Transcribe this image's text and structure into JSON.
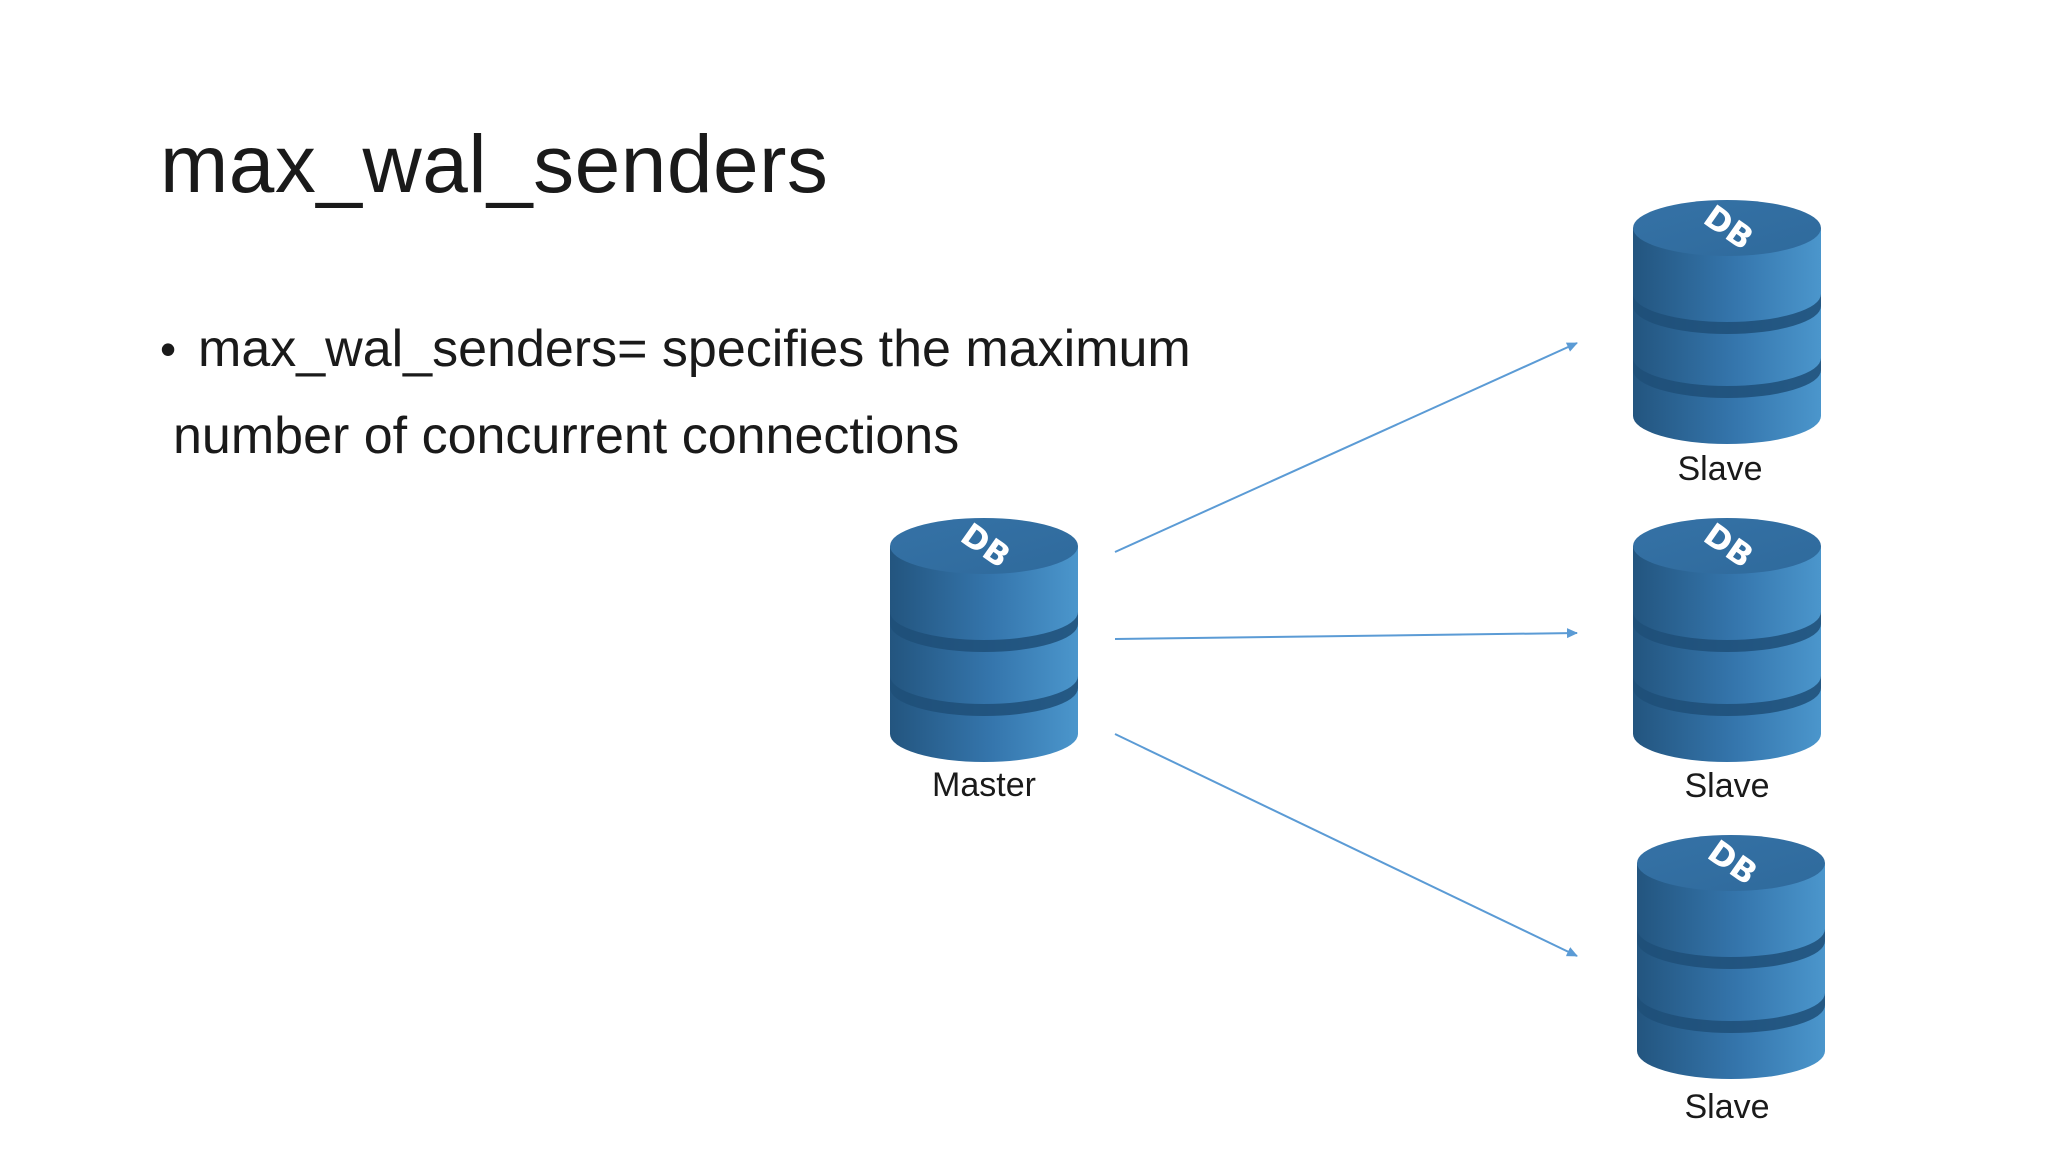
{
  "slide": {
    "title": "max_wal_senders",
    "bullets": [
      {
        "marker": "•",
        "line1": "max_wal_senders= specifies the maximum",
        "line2": "number of concurrent connections"
      }
    ]
  },
  "diagram": {
    "nodes": [
      {
        "id": "master",
        "label": "Master",
        "icon_text": "DB"
      },
      {
        "id": "slave1",
        "label": "Slave",
        "icon_text": "DB"
      },
      {
        "id": "slave2",
        "label": "Slave",
        "icon_text": "DB"
      },
      {
        "id": "slave3",
        "label": "Slave",
        "icon_text": "DB"
      }
    ],
    "edges": [
      {
        "from": "master",
        "to": "slave1"
      },
      {
        "from": "master",
        "to": "slave2"
      },
      {
        "from": "master",
        "to": "slave3"
      }
    ],
    "colors": {
      "db_dark": "#2a5f8f",
      "db_mid": "#3576ad",
      "db_light": "#4a92c6",
      "db_top": "#3a79ae",
      "arrow": "#5b9bd5"
    },
    "icon_names": [
      "database-icon"
    ]
  }
}
